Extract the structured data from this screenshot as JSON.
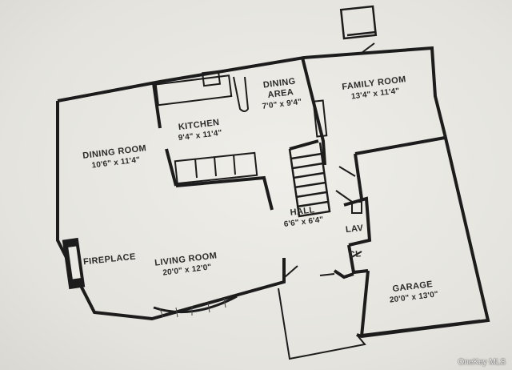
{
  "rooms": {
    "dining_room": {
      "name": "DINING ROOM",
      "dims": "10'6\" x 11'4\""
    },
    "kitchen": {
      "name": "KITCHEN",
      "dims": "9'4\" x 11'4\""
    },
    "dining_area": {
      "name1": "DINING",
      "name2": "AREA",
      "dims": "7'0\" x 9'4\""
    },
    "family_room": {
      "name": "FAMILY ROOM",
      "dims": "13'4\" x 11'4\""
    },
    "fireplace": {
      "name": "FIREPLACE"
    },
    "living_room": {
      "name": "LIVING ROOM",
      "dims": "20'0\" x 12'0\""
    },
    "hall": {
      "name": "HALL",
      "dims": "6'6\" x 6'4\""
    },
    "lav": {
      "name": "LAV"
    },
    "closet": {
      "name": "CL"
    },
    "garage": {
      "name": "GARAGE",
      "dims": "20'0\" x 13'0\""
    }
  },
  "watermark": "OneKey MLS"
}
